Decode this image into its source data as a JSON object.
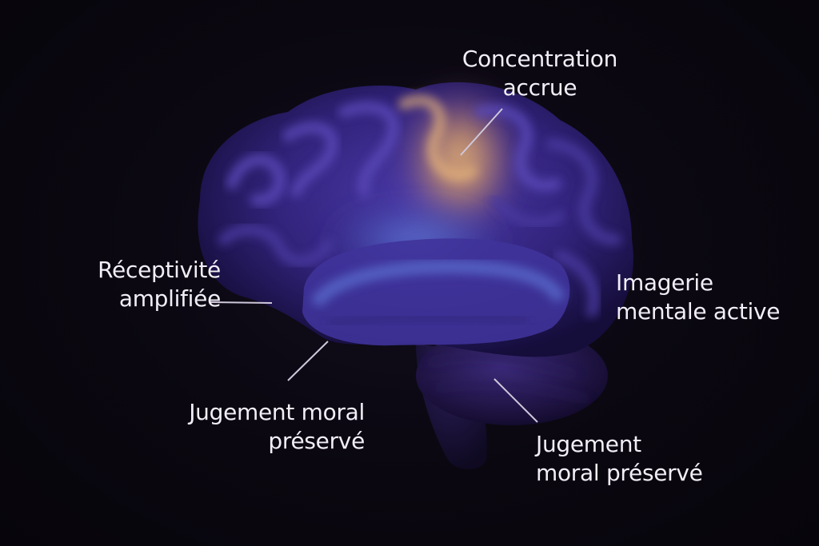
{
  "labels": {
    "concentration": {
      "line1": "Concentration",
      "line2": "accrue"
    },
    "receptivite": {
      "line1": "Réceptivité",
      "line2": "amplifiée"
    },
    "imagerie": {
      "line1": "Imagerie",
      "line2": "mentale active"
    },
    "jugement_left": {
      "line1": "Jugement moral",
      "line2": "préservé"
    },
    "jugement_right": {
      "line1": "Jugement",
      "line2": "moral préservé"
    }
  },
  "colors": {
    "background": "#0a0710",
    "brain_base": "#3b2a8f",
    "brain_shadow": "#1e1454",
    "highlight_glow": "#e9b06a",
    "temporal_glow": "#5a7bd6",
    "label_text": "#f2eef7",
    "leader_line": "#c9c3d4"
  }
}
